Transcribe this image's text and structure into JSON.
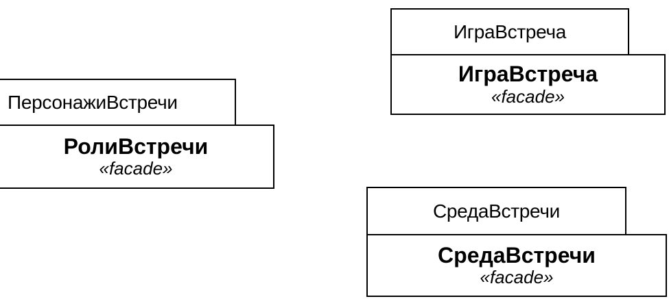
{
  "packages": [
    {
      "tab_label": "ИграВстреча",
      "name": "ИграВстреча",
      "stereotype": "«facade»"
    },
    {
      "tab_label": "ПерсонажиВстречи",
      "name": "РолиВстречи",
      "stereotype": "«facade»"
    },
    {
      "tab_label": "СредаВстречи",
      "name": "СредаВстречи",
      "stereotype": "«facade»"
    }
  ]
}
